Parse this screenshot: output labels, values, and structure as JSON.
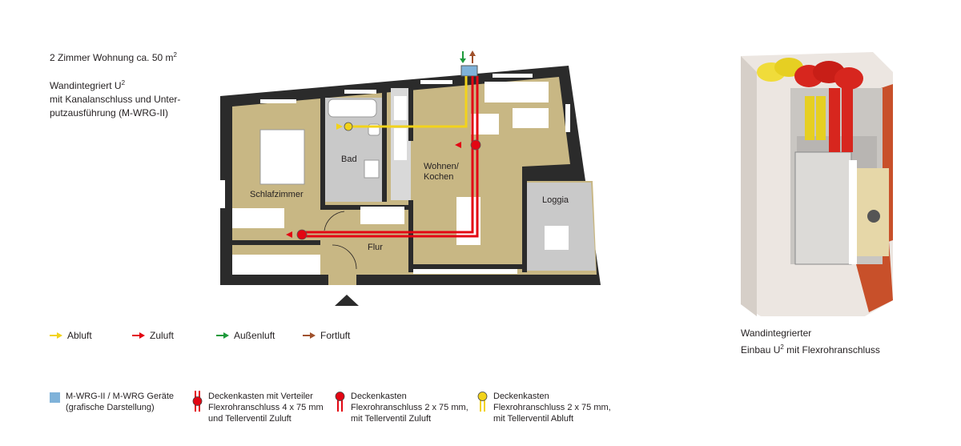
{
  "header": {
    "title": "2 Zimmer Wohnung ca. 50 m",
    "title_sup": "2",
    "subtitle_line1": "Wandintegriert U",
    "subtitle_line1_sup": "2",
    "subtitle_line2": "mit Kanalanschluss und Unter-",
    "subtitle_line3": "putzausführung (M-WRG-II)"
  },
  "rooms": {
    "bad": "Bad",
    "wohnen": "Wohnen/",
    "kochen": "Kochen",
    "schlaf": "Schlafzimmer",
    "flur": "Flur",
    "loggia": "Loggia"
  },
  "flow_legend": [
    {
      "label": "Abluft",
      "color": "#f2d31b"
    },
    {
      "label": "Zuluft",
      "color": "#e30613"
    },
    {
      "label": "Außenluft",
      "color": "#1e9a3c"
    },
    {
      "label": "Fortluft",
      "color": "#a0522d"
    }
  ],
  "keys": {
    "device_line1": "M-WRG-II / M-WRG Geräte",
    "device_line2": "(grafische Darstellung)",
    "box4_line1": "Deckenkasten mit Verteiler",
    "box4_line2": "Flexrohranschluss 4 x 75 mm",
    "box4_line3": "und Tellerventil Zuluft",
    "box2z_line1": "Deckenkasten",
    "box2z_line2": "Flexrohranschluss 2 x 75 mm,",
    "box2z_line3": "mit Tellerventil Zuluft",
    "box2a_line1": "Deckenkasten",
    "box2a_line2": "Flexrohranschluss 2 x 75 mm,",
    "box2a_line3": "mit Tellerventil Abluft"
  },
  "caption": {
    "line1": "Wandintegrierter",
    "line2": "Einbau U",
    "line2_sup": "2",
    "line2_rest": " mit Flexrohranschluss"
  },
  "colors": {
    "floor": "#c8b784",
    "wall": "#2b2b2b",
    "bath": "#c9c9c9",
    "device": "#7fb2d9",
    "zuluft": "#e30613",
    "abluft": "#f2d31b"
  }
}
